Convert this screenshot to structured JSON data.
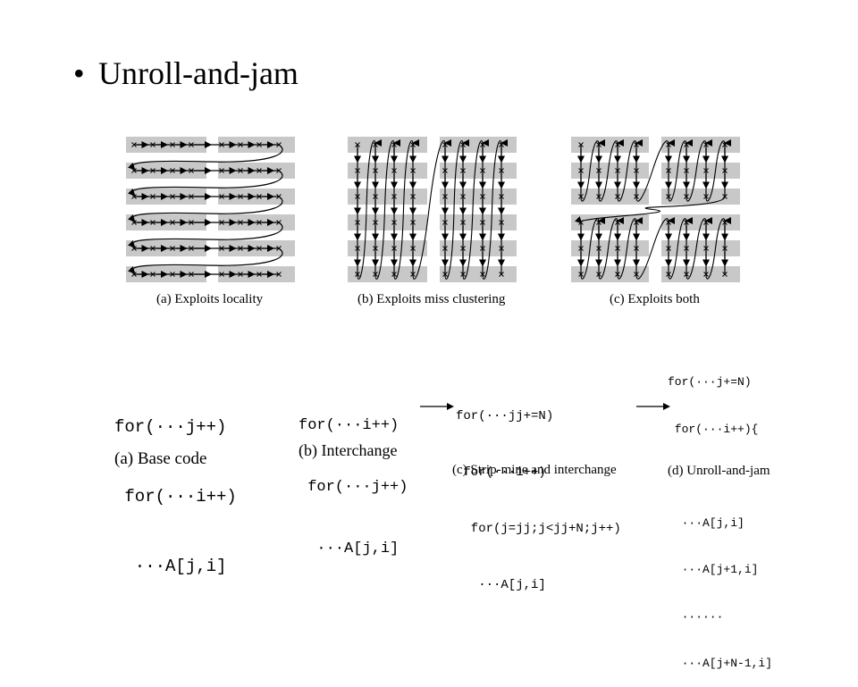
{
  "slide": {
    "bullet": "•",
    "title": "Unroll-and-jam"
  },
  "top_captions": {
    "a": "(a) Exploits locality",
    "b": "(b) Exploits miss clustering",
    "c": "(c) Exploits both"
  },
  "code": {
    "a": {
      "lines": [
        "for(···j++)",
        " for(···i++)",
        "  ···A[j,i]"
      ],
      "caption": "(a) Base code"
    },
    "b": {
      "lines": [
        "for(···i++)",
        " for(···j++)",
        "  ···A[j,i]"
      ],
      "caption": "(b) Interchange"
    },
    "c": {
      "lines": [
        "for(···jj+=N)",
        " for(···i++)",
        "  for(j=jj;j<jj+N;j++)",
        "   ···A[j,i]"
      ],
      "caption": "(c) Strip-mine and interchange"
    },
    "d": {
      "lines": [
        "for(···j+=N)",
        " for(···i++){",
        "",
        "  ···A[j,i]",
        "  ···A[j+1,i]",
        "  ······",
        "  ···A[j+N-1,i]"
      ],
      "caption": "(d) Unroll-and-jam"
    }
  }
}
